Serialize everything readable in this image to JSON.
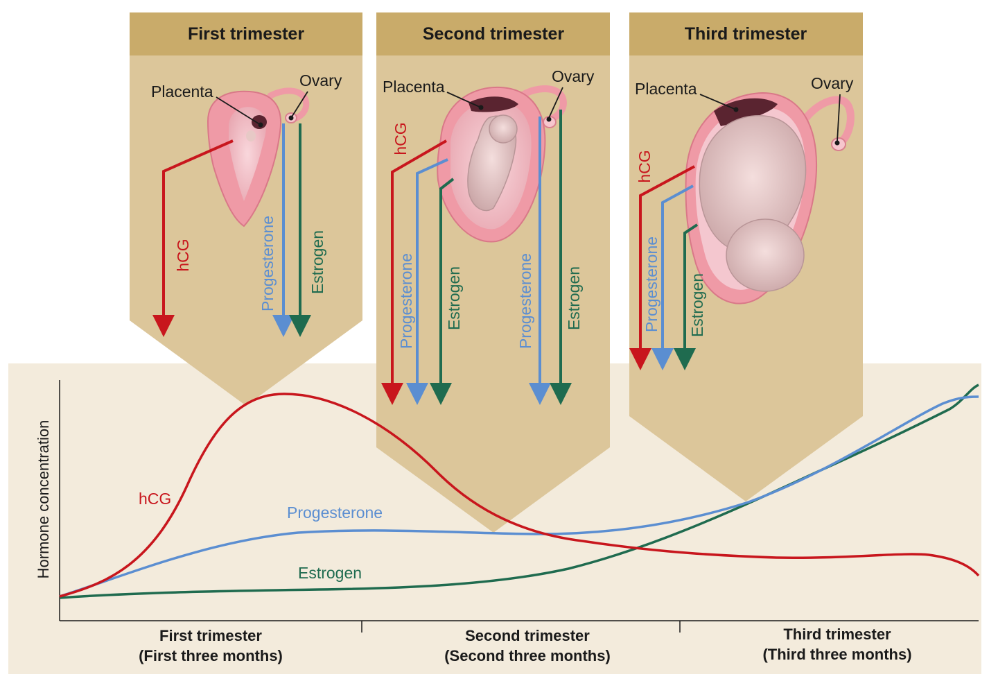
{
  "panels": [
    {
      "title": "First trimester",
      "placenta": "Placenta",
      "ovary": "Ovary",
      "hcg": "hCG",
      "progesterone": "Progesterone",
      "estrogen": "Estrogen"
    },
    {
      "title": "Second trimester",
      "placenta": "Placenta",
      "ovary": "Ovary",
      "hcg": "hCG",
      "progesterone": "Progesterone",
      "estrogen": "Estrogen",
      "progesterone_2": "Progesterone",
      "estrogen_2": "Estrogen"
    },
    {
      "title": "Third trimester",
      "placenta": "Placenta",
      "ovary": "Ovary",
      "hcg": "hCG",
      "progesterone": "Progesterone",
      "estrogen": "Estrogen"
    }
  ],
  "graph": {
    "ylabel": "Hormone concentration",
    "curve_labels": {
      "hcg": "hCG",
      "progesterone": "Progesterone",
      "estrogen": "Estrogen"
    },
    "periods": [
      {
        "line1": "First trimester",
        "line2": "(First three months)"
      },
      {
        "line1": "Second trimester",
        "line2": "(Second three months)"
      },
      {
        "line1": "Third trimester",
        "line2": "(Third three months)"
      }
    ]
  },
  "colors": {
    "hcg": "#c8161d",
    "progesterone": "#5b8ed1",
    "estrogen": "#1f6b4f",
    "panel": "#dcc69a",
    "panel_header": "#c9ab6a",
    "graph_bg": "#f3ebdc",
    "uterus": "#ef9aa6",
    "placenta": "#5a2430"
  }
}
